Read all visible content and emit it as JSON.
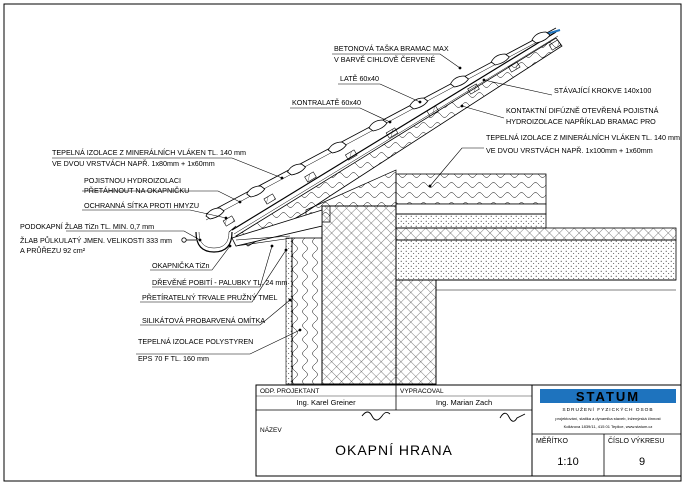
{
  "annotations": {
    "roof_tile": [
      "BETONOVÁ TAŠKA BRAMAC MAX",
      "V BARVĚ CIHLOVĚ ČERVENÉ"
    ],
    "rafter": "STÁVAJÍCÍ KROKVE 140x100",
    "batten": "LATĚ 60x40",
    "counter_batten": "KONTRALATĚ 60x40",
    "membrane": [
      "KONTAKTNÍ DIFÚZNĚ OTEVŘENÁ POJISTNÁ",
      "HYDROIZOLACE NAPŘÍKLAD BRAMAC PRO"
    ],
    "insulation_left": [
      "TEPELNÁ IZOLACE Z MINERÁLNÍCH VLÁKEN TL. 140 mm",
      "VE DVOU VRSTVÁCH NAPŘ. 1x80mm + 1x60mm"
    ],
    "insulation_right": [
      "TEPELNÁ IZOLACE Z MINERÁLNÍCH VLÁKEN TL. 140 mm",
      "VE DVOU VRSTVÁCH NAPŘ. 1x100mm + 1x60mm"
    ],
    "membrane_edge": [
      "POJISTNOU HYDROIZOLACI",
      "PŘETÁHNOUT NA OKAPNIČKU"
    ],
    "insect_grid": "OCHRANNÁ SÍTKA PROTI HMYZU",
    "gutter": [
      "PODOKAPNÍ ŽLAB TiZn TL. MIN. 0,7 mm",
      "ŽLAB PŮLKULATÝ JMEN. VELIKOSTI 333 mm",
      "A PRŮŘEZU 92 cm²"
    ],
    "drip_edge": "OKAPNIČKA TiZn",
    "boarding": "DŘEVĚNÉ POBITÍ - PALUBKY TL. 24 mm",
    "sealant": "PŘETÍRATELNÝ TRVALE PRUŽNÝ TMEL",
    "render": "SILIKÁTOVÁ PROBARVENÁ OMÍTKA",
    "eps": [
      "TEPELNÁ IZOLACE POLYSTYREN",
      "EPS 70 F TL. 160 mm"
    ]
  },
  "title_block": {
    "responsible_label": "ODP. PROJEKTANT",
    "responsible_name": "Ing. Karel Greiner",
    "author_label": "VYPRACOVAL",
    "author_name": "Ing. Marian Zach",
    "name_label": "NÁZEV",
    "drawing_title": "OKAPNÍ HRANA",
    "scale_label": "MĚŘÍTKO",
    "scale_value": "1:10",
    "sheet_label": "ČÍSLO VÝKRESU",
    "sheet_value": "9",
    "company": {
      "logo": "STATUM",
      "subtitle": "SDRUŽENÍ FYZICKÝCH OSOB",
      "line1": "projektování, statika a dynamika staveb, inženýrská činnost",
      "line2": "Kollárova 1839/11, 415 01 Teplice, www.statum.cz"
    }
  },
  "colors": {
    "ink": "#000000",
    "logo_blue": "#1e73be"
  }
}
